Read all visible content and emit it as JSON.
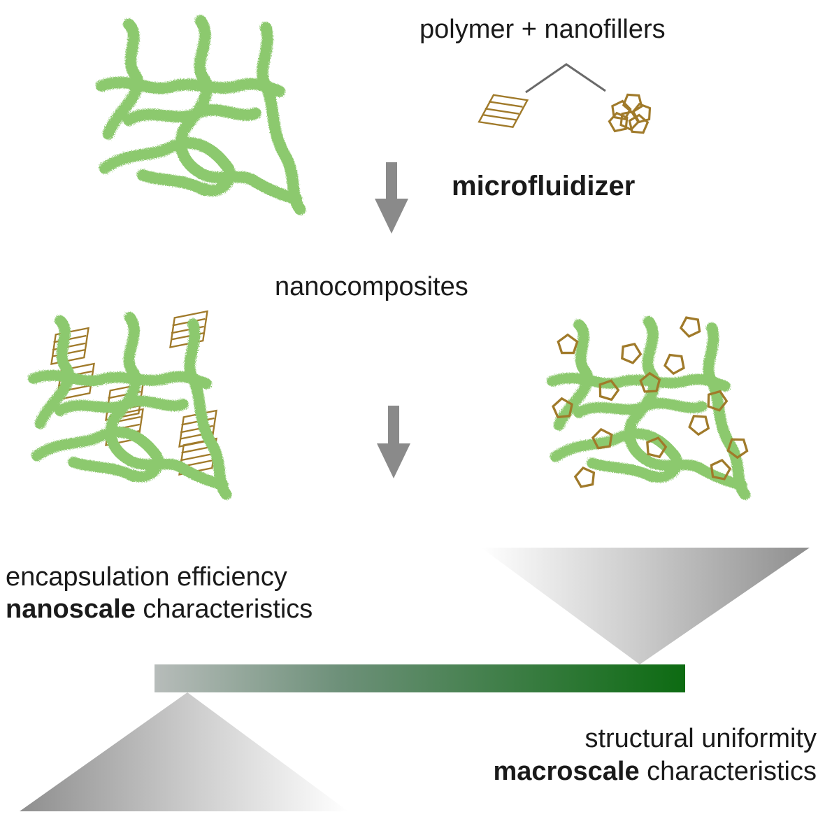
{
  "labels": {
    "inputs": "polymer + nanofillers",
    "process": "microfluidizer",
    "product": "nanocomposites",
    "left_line1": "encapsulation efficiency",
    "left_line2_bold": "nanoscale",
    "left_line2_rest": " characteristics",
    "right_line1": "structural uniformity",
    "right_line2_bold": "macroscale",
    "right_line2_rest": " characteristics"
  },
  "colors": {
    "polymer": "#8cc96e",
    "filler": "#a07a2a",
    "arrow": "#8a8a8a",
    "bar_start": "#b7bcba",
    "bar_end": "#0d6b12",
    "wedge_dark": "#8e8e8e",
    "wedge_light": "#ffffff",
    "text": "#1a1a1a"
  },
  "icons": {
    "polymer": "polymer-chain-network-icon",
    "layered_filler": "layered-nanoplatelet-icon",
    "particle_filler": "pentagon-nanoparticle-cluster-icon"
  }
}
